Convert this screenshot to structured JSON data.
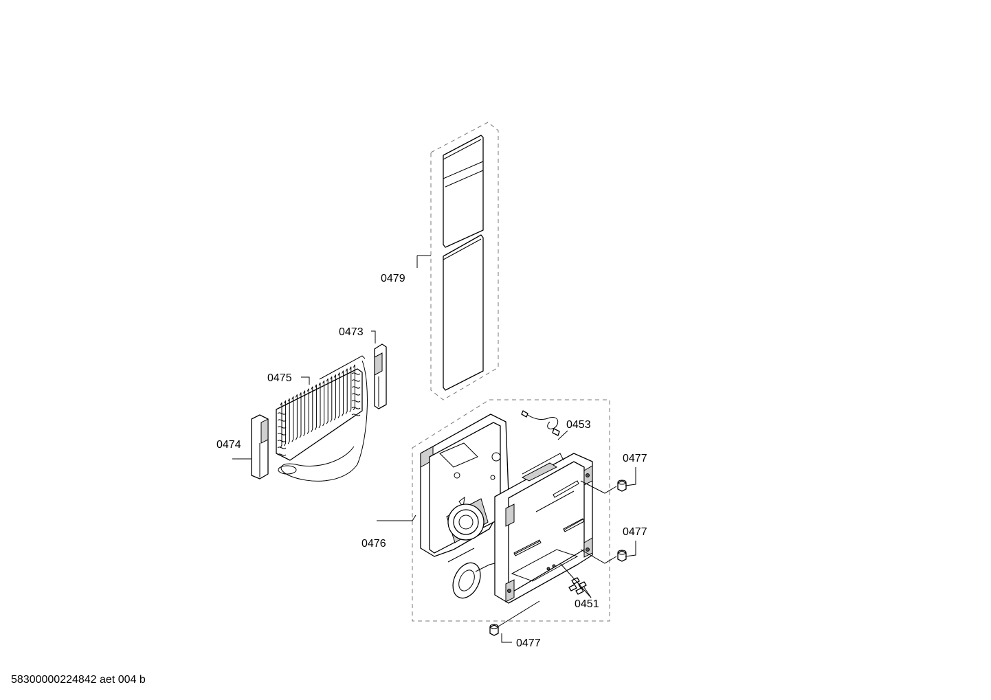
{
  "labels": {
    "p0479": "0479",
    "p0473": "0473",
    "p0475": "0475",
    "p0474": "0474",
    "p0453": "0453",
    "p0477a": "0477",
    "p0477b": "0477",
    "p0476": "0476",
    "p0451": "0451",
    "p0477c": "0477"
  },
  "footer": {
    "doc_id": "58300000224842 aet 004 b"
  }
}
